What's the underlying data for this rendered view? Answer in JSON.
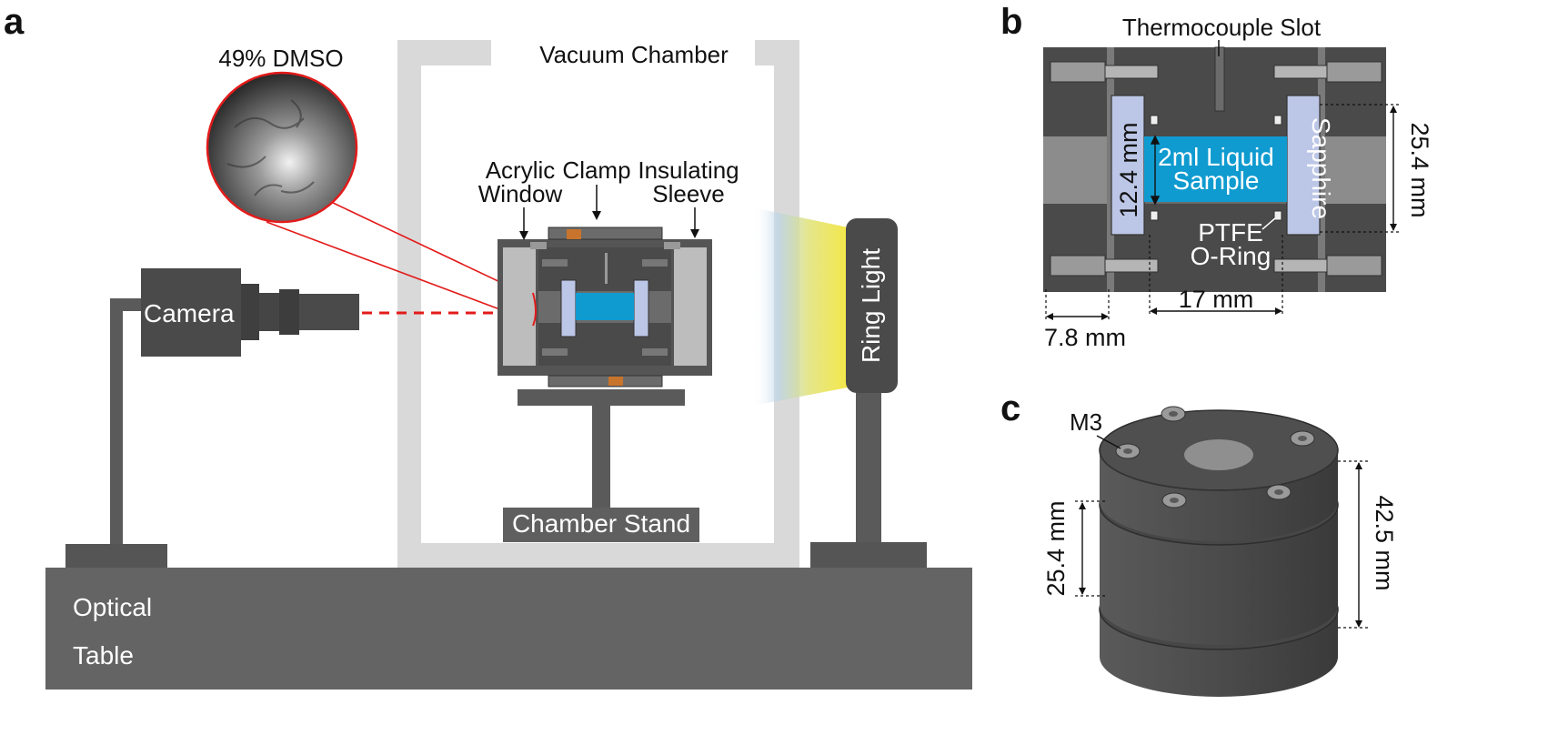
{
  "panels": {
    "a": "a",
    "b": "b",
    "c": "c"
  },
  "panel_a": {
    "optical_table": [
      "Optical",
      "Table"
    ],
    "camera": "Camera",
    "micrograph": "49% DMSO",
    "vacuum_chamber": "Vacuum Chamber",
    "acrylic_window": [
      "Acrylic",
      "Window"
    ],
    "clamp": "Clamp",
    "insulating_sleeve": [
      "Insulating",
      "Sleeve"
    ],
    "ring_light": "Ring Light",
    "chamber_stand": "Chamber Stand"
  },
  "panel_b": {
    "thermocouple_slot": "Thermocouple Slot",
    "liquid_sample": [
      "2ml Liquid",
      "Sample"
    ],
    "sapphire": "Sapphire",
    "o_ring": [
      "PTFE",
      "O-Ring"
    ],
    "dim_height_inner": "12.4 mm",
    "dim_height_outer": "25.4 mm",
    "dim_width_gap": "17 mm",
    "dim_width_wall": "7.8 mm"
  },
  "panel_c": {
    "screw": "M3",
    "dim_height_total": "42.5 mm",
    "dim_height_mid": "25.4 mm"
  },
  "colors": {
    "dark_gray": "#4a4a4a",
    "medium_gray": "#646464",
    "light_gray": "#bdbdbd",
    "chamber_frame": "#d9d9d9",
    "sapphire": "#bcc6e6",
    "liquid": "#0f9bd0",
    "ring_light_glow": "#f4e31f",
    "red_lines": "#e31b1b"
  }
}
